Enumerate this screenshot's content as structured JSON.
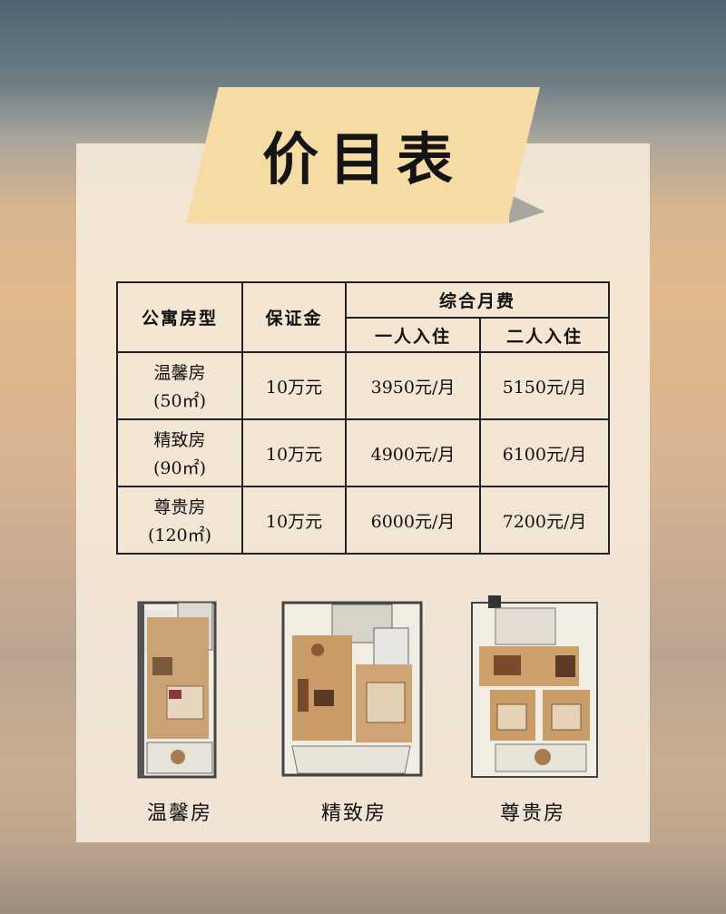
{
  "title": "价目表",
  "table": {
    "headers": {
      "type": "公寓房型",
      "deposit": "保证金",
      "monthly": "综合月费",
      "single": "一人入住",
      "double": "二人入住"
    },
    "rows": [
      {
        "name": "温馨房",
        "area": "(50㎡)",
        "deposit": "10万元",
        "single": "3950元/月",
        "double": "5150元/月"
      },
      {
        "name": "精致房",
        "area": "(90㎡)",
        "deposit": "10万元",
        "single": "4900元/月",
        "double": "6100元/月"
      },
      {
        "name": "尊贵房",
        "area": "(120㎡)",
        "deposit": "10万元",
        "single": "6000元/月",
        "double": "7200元/月"
      }
    ]
  },
  "floorplans": [
    {
      "label": "温馨房",
      "icon": "floorplan-icon"
    },
    {
      "label": "精致房",
      "icon": "floorplan-icon"
    },
    {
      "label": "尊贵房",
      "icon": "floorplan-icon"
    }
  ],
  "colors": {
    "banner": "#f6dca4",
    "card": "#f8eee0",
    "border": "#222222"
  }
}
